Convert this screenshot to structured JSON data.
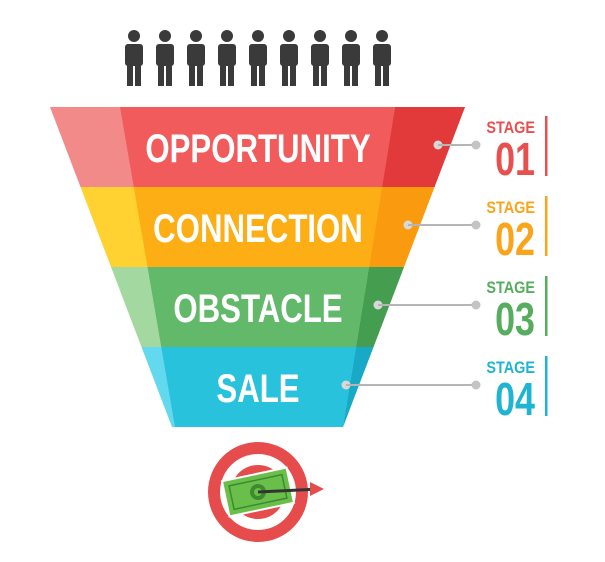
{
  "people_icon_count": 9,
  "funnel": {
    "stages": [
      {
        "label": "OPPORTUNITY",
        "stage_word": "STAGE",
        "stage_number": "01",
        "colors": {
          "left": "#f38a8a",
          "main": "#f15b5b",
          "right": "#e23a3a",
          "accent": "#e84f4f"
        }
      },
      {
        "label": "CONNECTION",
        "stage_word": "STAGE",
        "stage_number": "02",
        "colors": {
          "left": "#ffd232",
          "main": "#fdae15",
          "right": "#f99a0f",
          "accent": "#f9a41b"
        }
      },
      {
        "label": "OBSTACLE",
        "stage_word": "STAGE",
        "stage_number": "03",
        "colors": {
          "left": "#a3d9a1",
          "main": "#62b96a",
          "right": "#459e4f",
          "accent": "#55ad5d"
        }
      },
      {
        "label": "SALE",
        "stage_word": "STAGE",
        "stage_number": "04",
        "colors": {
          "left": "#62d9ee",
          "main": "#29c2dd",
          "right": "#18a9c7",
          "accent": "#1fb5d2"
        }
      }
    ]
  },
  "target_icon": {
    "colors": {
      "ring_outer": "#e74c4c",
      "ring_white": "#ffffff",
      "money": "#6abf4b",
      "money_dark": "#3d8a30",
      "dart": "#333333"
    }
  },
  "colors": {
    "people": "#3a3a3a",
    "connector": "#b5b5b5"
  }
}
